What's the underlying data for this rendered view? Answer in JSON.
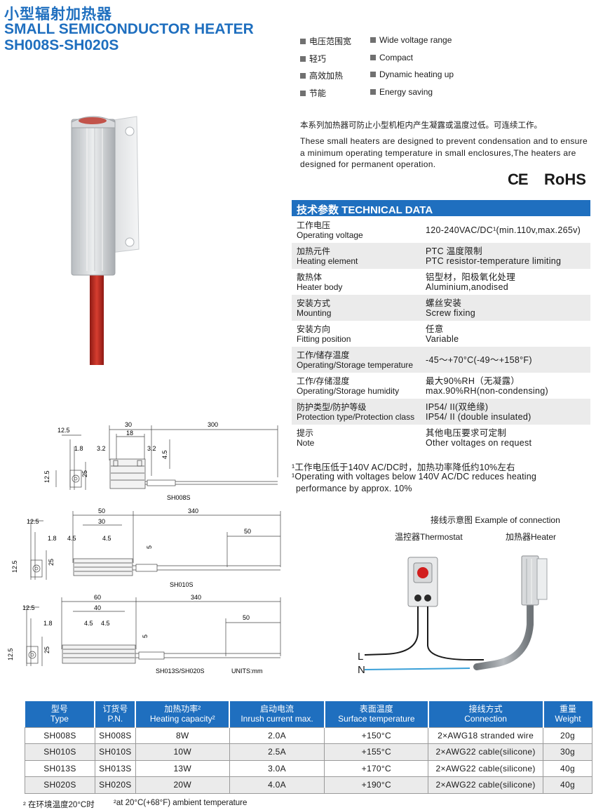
{
  "header": {
    "title_cn": "小型辐射加热器",
    "title_en": "SMALL SEMICONDUCTOR HEATER",
    "model": "SH008S-SH020S"
  },
  "features": [
    {
      "cn": "电压范围宽",
      "en": "Wide voltage range"
    },
    {
      "cn": "轻巧",
      "en": "Compact"
    },
    {
      "cn": "高效加热",
      "en": "Dynamic heating up"
    },
    {
      "cn": "节能",
      "en": "Energy saving"
    }
  ],
  "description": {
    "cn": "本系列加热器可防止小型机柜内产生凝露或温度过低。可连续工作。",
    "en": "These small heaters are designed to prevent condensation and to ensure a minimum operating temperature in small enclosures,The heaters are designed for permanent operation."
  },
  "certs": {
    "ce": "CE",
    "rohs": "RoHS"
  },
  "technical": {
    "title": "技术参数 TECHNICAL DATA",
    "rows": [
      {
        "key_cn": "工作电压",
        "key_en": "Operating voltage",
        "val1": "120-240VAC/DC¹(min.110v,max.265v)",
        "val2": ""
      },
      {
        "key_cn": "加热元件",
        "key_en": "Heating element",
        "val1": "PTC 温度限制",
        "val2": "PTC resistor-temperature limiting"
      },
      {
        "key_cn": "散热体",
        "key_en": "Heater body",
        "val1": "铝型材，阳极氧化处理",
        "val2": "Aluminium,anodised"
      },
      {
        "key_cn": "安装方式",
        "key_en": "Mounting",
        "val1": "螺丝安装",
        "val2": "Screw fixing"
      },
      {
        "key_cn": "安装方向",
        "key_en": "Fitting position",
        "val1": "任意",
        "val2": "Variable"
      },
      {
        "key_cn": "工作/储存温度",
        "key_en": "Operating/Storage temperature",
        "val1": "-45～+70°C(-49～+158°F)",
        "val2": ""
      },
      {
        "key_cn": "工作/存储湿度",
        "key_en": "Operating/Storage humidity",
        "val1": "最大90%RH（无凝露）",
        "val2": "max.90%RH(non-condensing)"
      },
      {
        "key_cn": "防护类型/防护等级",
        "key_en": "Protection type/Protection class",
        "val1": "IP54/ II(双绝缘)",
        "val2": "IP54/ II (double insulated)"
      },
      {
        "key_cn": "提示",
        "key_en": "Note",
        "val1": "其他电压要求可定制",
        "val2": "Other voltages on request"
      }
    ]
  },
  "footnotes": {
    "cn": "¹工作电压低于140V AC/DC时，加热功率降低约10%左右",
    "en1": "¹Operating with voltages below 140V AC/DC reduces heating",
    "en2": "performance by approx. 10%"
  },
  "connection": {
    "title": "接线示意图  Example of connection",
    "thermostat": "温控器Thermostat",
    "heater": "加热器Heater",
    "L": "L",
    "N": "N"
  },
  "drawings": {
    "sh008s": {
      "name": "SH008S",
      "d12_5": "12.5",
      "d1_8": "1.8",
      "d30": "30",
      "d18": "18",
      "d300": "300",
      "d3_2a": "3.2",
      "d3_2b": "3.2",
      "d4_5": "4.5",
      "d12_5v": "12.5",
      "d25": "25"
    },
    "sh010s": {
      "name": "SH010S",
      "d12_5": "12.5",
      "d1_8": "1.8",
      "d50": "50",
      "d30": "30",
      "d340": "340",
      "d50b": "50",
      "d4_5a": "4.5",
      "d4_5b": "4.5",
      "d5": "5",
      "d12_5v": "12.5",
      "d25": "25"
    },
    "sh013s": {
      "name": "SH013S/SH020S",
      "units": "UNITS:mm",
      "d12_5": "12.5",
      "d1_8": "1.8",
      "d60": "60",
      "d40": "40",
      "d340": "340",
      "d50": "50",
      "d4_5a": "4.5",
      "d4_5b": "4.5",
      "d5": "5",
      "d12_5v": "12.5",
      "d25": "25"
    }
  },
  "spec": {
    "headers": [
      {
        "cn": "型号",
        "en": "Type"
      },
      {
        "cn": "订货号",
        "en": "P.N."
      },
      {
        "cn": "加热功率²",
        "en": "Heating capacity²"
      },
      {
        "cn": "启动电流",
        "en": "Inrush current max."
      },
      {
        "cn": "表面温度",
        "en": "Surface temperature"
      },
      {
        "cn": "接线方式",
        "en": "Connection"
      },
      {
        "cn": "重量",
        "en": "Weight"
      }
    ],
    "rows": [
      [
        "SH008S",
        "SH008S",
        "8W",
        "2.0A",
        "+150°C",
        "2×AWG18 stranded wire",
        "20g"
      ],
      [
        "SH010S",
        "SH010S",
        "10W",
        "2.5A",
        "+155°C",
        "2×AWG22 cable(silicone)",
        "30g"
      ],
      [
        "SH013S",
        "SH013S",
        "13W",
        "3.0A",
        "+170°C",
        "2×AWG22 cable(silicone)",
        "40g"
      ],
      [
        "SH020S",
        "SH020S",
        "20W",
        "4.0A",
        "+190°C",
        "2×AWG22 cable(silicone)",
        "40g"
      ]
    ]
  },
  "bottom_notes": {
    "cn": "² 在环境温度20°C时",
    "en": "²at 20°C(+68°F) ambient  temperature"
  }
}
